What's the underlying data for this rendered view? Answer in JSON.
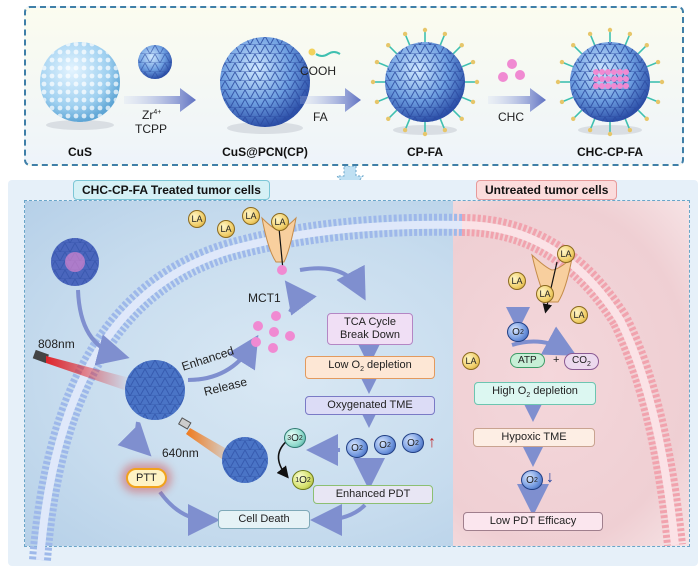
{
  "synthesis": {
    "stages": [
      {
        "label": "CuS"
      },
      {
        "label": "CuS@PCN(CP)"
      },
      {
        "label": "CP-FA"
      },
      {
        "label": "CHC-CP-FA"
      }
    ],
    "arrows": [
      {
        "top": "Zr",
        "top_sup": "4+",
        "bottom": "TCPP"
      },
      {
        "top": "COOH",
        "bottom": "FA"
      },
      {
        "bottom": "CHC"
      }
    ]
  },
  "treated": {
    "title": "CHC-CP-FA Treated tumor cells",
    "la_label": "LA",
    "transporter": "MCT1",
    "laser_808": "808nm",
    "laser_640": "640nm",
    "release_line1": "Enhanced",
    "release_line2": "Release",
    "ptt": "PTT",
    "cell_death": "Cell Death",
    "o2_text": "O",
    "o2_sub": "2",
    "triplet_sup": "3",
    "singlet_sup": "1",
    "flow": {
      "tca_line1": "TCA Cycle",
      "tca_line2": "Break Down",
      "low_pre": "Low O",
      "low_sub": "2",
      "low_post": " depletion",
      "oxygenated": "Oxygenated TME",
      "enhanced_pdt": "Enhanced PDT",
      "up_arrow": "↑"
    }
  },
  "untreated": {
    "title": "Untreated tumor cells",
    "la_label": "LA",
    "atp": "ATP",
    "plus": "+",
    "co2_pre": "CO",
    "co2_sub": "2",
    "high_pre": "High O",
    "high_sub": "2",
    "high_post": " depletion",
    "hypoxic": "Hypoxic TME",
    "low_pdt": "Low PDT Efficacy",
    "down_arrow": "↓",
    "o2_text": "O",
    "o2_sub": "2"
  },
  "colors": {
    "nanoparticle": "#3d5fb5",
    "shell": "#8fc3e6",
    "chc": "#f08ad2",
    "membrane_treated": "#9eb8ea",
    "membrane_untreated": "#f1a3ae",
    "arrow": "#7f8fcf",
    "laser_808": "#e0242a",
    "laser_640": "#f07a1c"
  }
}
